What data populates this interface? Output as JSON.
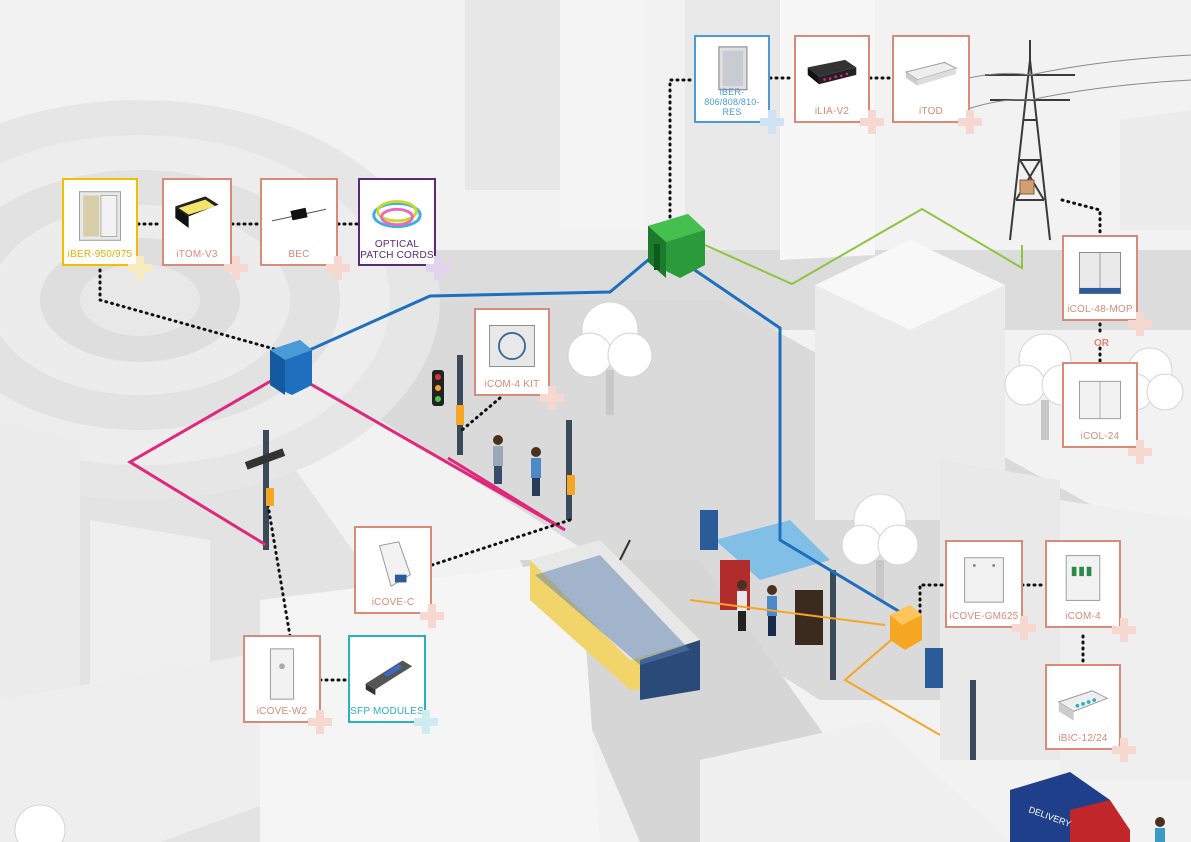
{
  "colors": {
    "card_border": "#d98a78",
    "blue_card": "#4a9ad8",
    "purple_card": "#5a2a78",
    "cyan_card": "#2bb0c0",
    "yellow_card": "#f0c000",
    "backbone_blue": "#1f6fbf",
    "distribution_pink": "#e0287a",
    "power_green": "#8cc63f",
    "access_orange": "#f5a623",
    "connection_dots": "#111111"
  },
  "products": {
    "iber950": {
      "label": "iBER-950/975",
      "icon": "cabinet-icon"
    },
    "itom": {
      "label": "iTOM-V3",
      "icon": "odf-icon"
    },
    "bec": {
      "label": "BEC",
      "icon": "connector-icon"
    },
    "patch": {
      "label": "OPTICAL\nPATCH CORDS",
      "icon": "patch-cord-icon"
    },
    "iber806": {
      "label": "iBER-806/808/810-\nRES",
      "icon": "rack-icon"
    },
    "ilia": {
      "label": "iLIA-V2",
      "icon": "patch-panel-icon"
    },
    "itod": {
      "label": "iTOD",
      "icon": "terminal-box-icon"
    },
    "icol48": {
      "label": "iCOL-48-MOP",
      "icon": "pole-box-icon"
    },
    "or_text": "OR",
    "icol24": {
      "label": "iCOL-24",
      "icon": "pole-box-icon"
    },
    "icom4kit": {
      "label": "iCOM-4 KIT",
      "icon": "splice-box-icon"
    },
    "icovec": {
      "label": "iCOVE-C",
      "icon": "closure-icon"
    },
    "icovew2": {
      "label": "iCOVE-W2",
      "icon": "wall-box-icon"
    },
    "sfp": {
      "label": "SFP MODULES",
      "icon": "sfp-icon"
    },
    "icovegm": {
      "label": "iCOVE-GM625",
      "icon": "wall-box-icon"
    },
    "icom4": {
      "label": "iCOM-4",
      "icon": "splice-box-icon"
    },
    "ibic": {
      "label": "iBIC-12/24",
      "icon": "adapter-box-icon"
    }
  },
  "scene": {
    "delivery_sign": "DELIVERY"
  }
}
